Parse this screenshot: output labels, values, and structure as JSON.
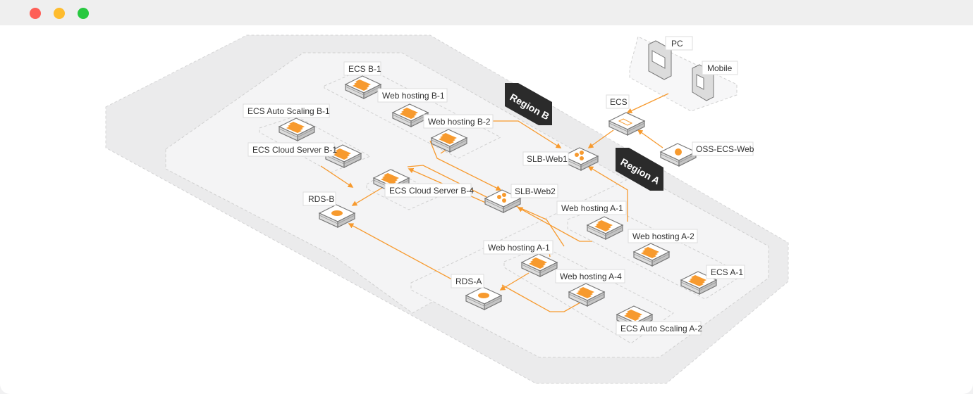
{
  "window": {
    "controls": [
      "close",
      "minimize",
      "maximize"
    ]
  },
  "colors": {
    "accent": "#f79a2e",
    "region_tag": "#2b2b2b",
    "zone_outer": "#ebebec",
    "zone_inner": "#f4f4f5"
  },
  "regions": {
    "b": "Region B",
    "a": "Region A"
  },
  "nodes": {
    "pc": "PC",
    "mobile": "Mobile",
    "ecs": "ECS",
    "oss": "OSS-ECS-Web",
    "slb_web1": "SLB-Web1",
    "slb_web2": "SLB-Web2",
    "ecs_b1": "ECS B-1",
    "web_b1": "Web hosting B-1",
    "web_b2": "Web hosting B-2",
    "asg_b1": "ECS Auto Scaling B-1",
    "ecs_cloud_b1": "ECS Cloud Server B-1",
    "ecs_cloud_b4": "ECS Cloud Server B-4",
    "rds_b": "RDS-B",
    "web_a1_top": "Web hosting A-1",
    "web_a2": "Web hosting A-2",
    "ecs_a1": "ECS A-1",
    "web_a1_bottom": "Web hosting A-1",
    "web_a4": "Web hosting A-4",
    "rds_a": "RDS-A",
    "asg_a2": "ECS Auto Scaling A-2"
  }
}
